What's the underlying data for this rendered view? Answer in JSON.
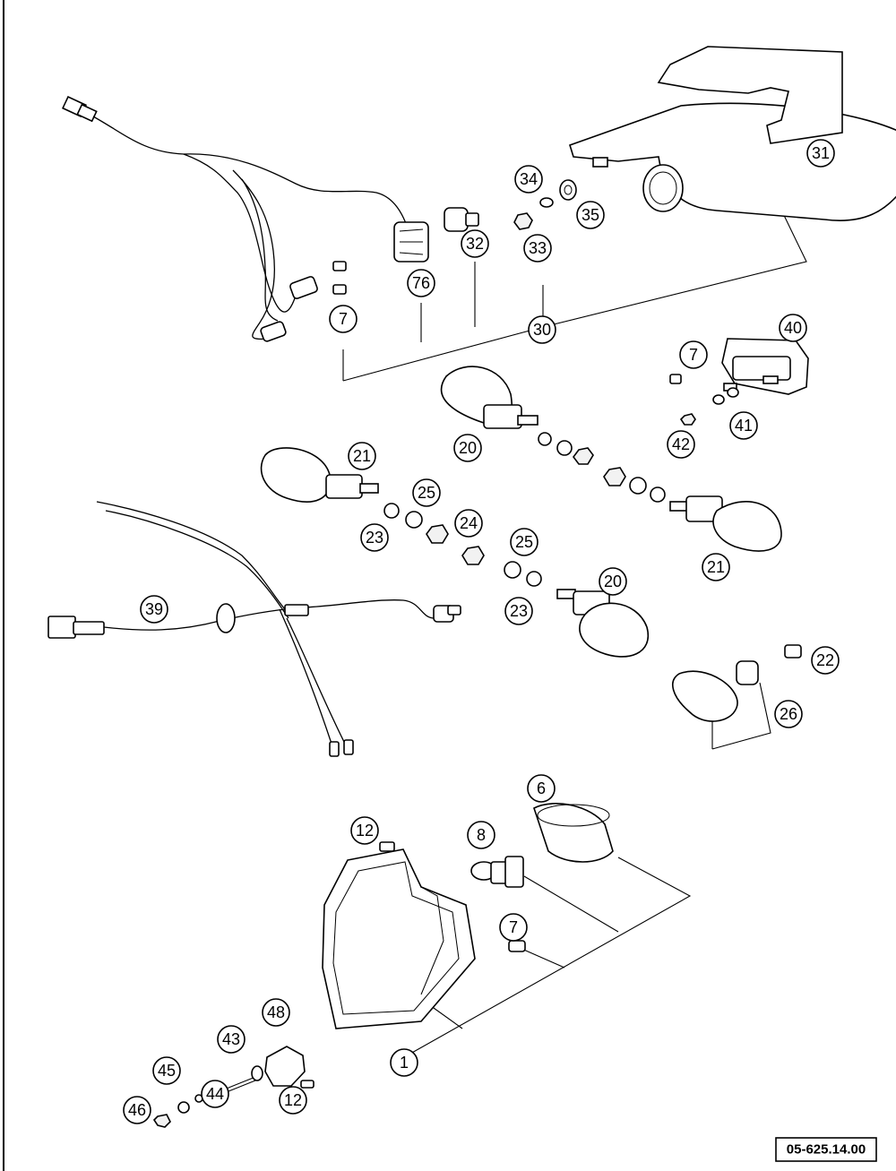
{
  "diagram_ref": "05-625.14.00",
  "callouts": [
    "31",
    "34",
    "35",
    "33",
    "32",
    "76",
    "30",
    "7",
    "40",
    "7",
    "41",
    "42",
    "20",
    "21",
    "25",
    "23",
    "24",
    "25",
    "20",
    "23",
    "21",
    "39",
    "22",
    "26",
    "6",
    "12",
    "8",
    "7",
    "48",
    "43",
    "45",
    "44",
    "12",
    "46",
    "1"
  ]
}
